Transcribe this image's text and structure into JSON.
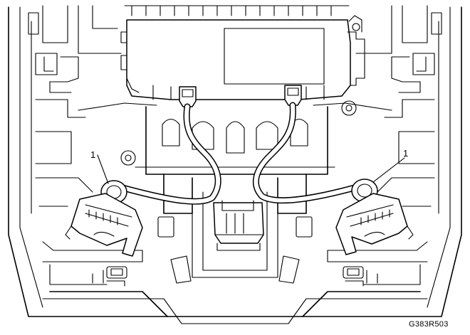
{
  "callouts": [
    {
      "id": "left",
      "label": "1"
    },
    {
      "id": "right",
      "label": "1"
    }
  ],
  "figure_id": "G383R503"
}
